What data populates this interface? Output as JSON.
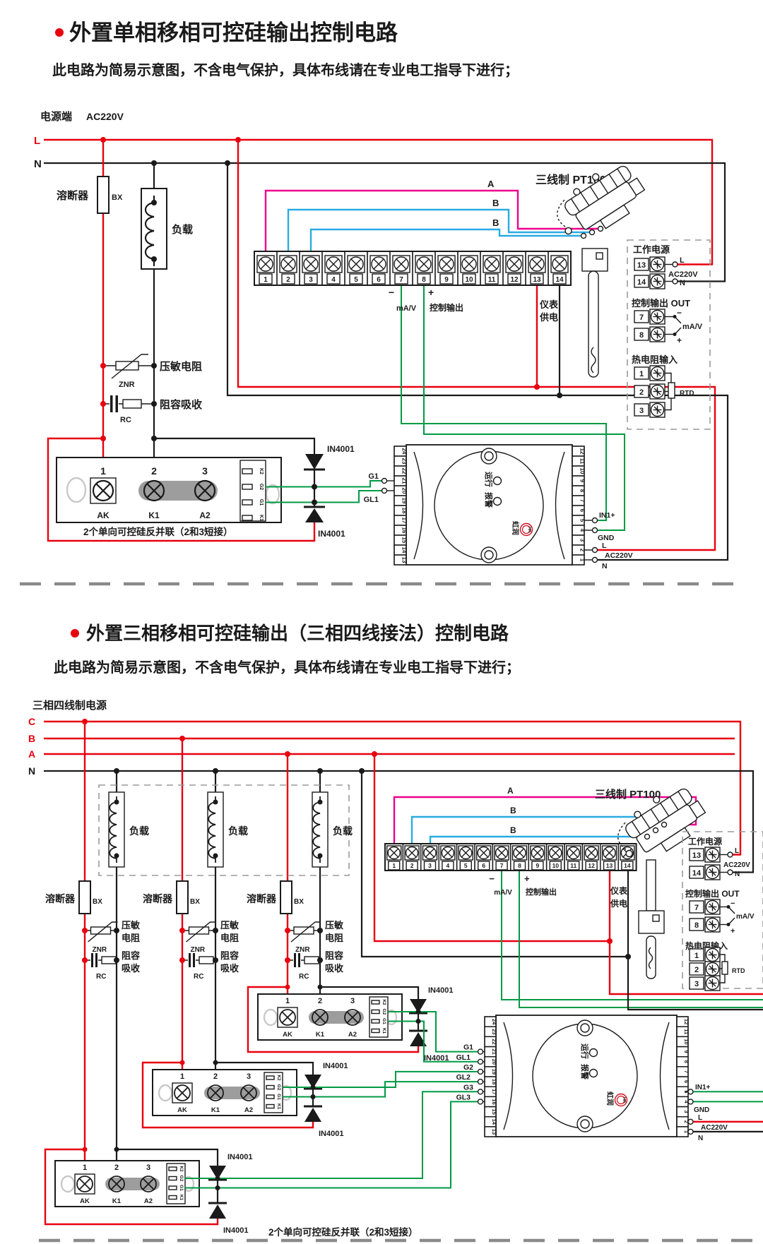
{
  "s1": {
    "title": "外置单相移相可控硅输出控制电路",
    "subtitle": "此电路为简易示意图，不含电气保护，具体布线请在专业电工指导下进行；",
    "supply": "电源端",
    "voltage": "AC220V",
    "L": "L",
    "N": "N",
    "fuse": "溶断器",
    "bx": "BX",
    "load": "负载",
    "znr_name": "压敏电阻",
    "znr": "ZNR",
    "rc_name": "阻容吸收",
    "rc": "RC",
    "terminals": [
      "1",
      "2",
      "3",
      "4",
      "5",
      "6",
      "7",
      "8",
      "9",
      "10",
      "11",
      "12",
      "13",
      "14"
    ],
    "A": "A",
    "B": "B",
    "pt100": "三线制 PT100",
    "minus": "−",
    "plus": "+",
    "mav": "mA/V",
    "out": "控制输出",
    "meter1": "仪表",
    "meter2": "供电",
    "in4001": "IN4001",
    "g1": "G1",
    "gl1": "GL1",
    "mod": {
      "n": [
        "1",
        "2",
        "3"
      ],
      "t": [
        "AK",
        "K1",
        "A2"
      ],
      "side": [
        "K2",
        "G2",
        "G1",
        "K1"
      ],
      "cap": "2个单向可控硅反并联（2和3短接）"
    },
    "ctrl": {
      "left": [
        "24",
        "23",
        "22",
        "21",
        "20",
        "19",
        "18",
        "17",
        "16",
        "15",
        "14",
        "13"
      ],
      "right": [
        "12",
        "11",
        "10",
        "9",
        "8",
        "7",
        "6",
        "5",
        "4",
        "3",
        "2",
        "1"
      ],
      "run": "运行",
      "alarm": "报警",
      "brand": "虹润",
      "hr": "HR",
      "in1": "IN1+",
      "gnd": "GND",
      "l": "L",
      "ac": "AC220V",
      "n": "N"
    },
    "panel": {
      "t_power": "工作电源",
      "n13": "13",
      "n14": "14",
      "l": "L",
      "ac": "AC220V",
      "n": "N",
      "t_out": "控制输出 OUT",
      "n7": "7",
      "n8": "8",
      "minus": "−",
      "plus": "+",
      "mav": "mA/V",
      "t_rtd": "热电阻输入",
      "n1": "1",
      "n2": "2",
      "n3": "3",
      "rtd": "RTD"
    }
  },
  "s2": {
    "title": "外置三相移相可控硅输出（三相四线接法）控制电路",
    "subtitle": "此电路为简易示意图，不含电气保护，具体布线请在专业电工指导下进行；",
    "supply": "三相四线制电源",
    "C": "C",
    "B": "B",
    "A": "A",
    "N": "N",
    "fuse": "溶断器",
    "bx": "BX",
    "load": "负载",
    "znr1": "压敏",
    "znr2": "电阻",
    "znr": "ZNR",
    "rc1": "阻容",
    "rc2": "吸收",
    "rc": "RC",
    "terminals": [
      "1",
      "2",
      "3",
      "4",
      "5",
      "6",
      "7",
      "8",
      "9",
      "10",
      "11",
      "12",
      "13",
      "14"
    ],
    "A2": "A",
    "B2": "B",
    "pt100": "三线制 PT100",
    "minus": "−",
    "plus": "+",
    "mav": "mA/V",
    "out": "控制输出",
    "meter1": "仪表",
    "meter2": "供电",
    "in4001": "IN4001",
    "g": [
      "G1",
      "GL1",
      "G2",
      "GL2",
      "G3",
      "GL3"
    ],
    "mod": {
      "n": [
        "1",
        "2",
        "3"
      ],
      "t": [
        "AK",
        "K1",
        "A2"
      ],
      "side": [
        "K2",
        "G2",
        "G1",
        "K1"
      ]
    },
    "cap": "2个单向可控硅反并联（2和3短接）",
    "ctrl": {
      "left": [
        "24",
        "23",
        "22",
        "21",
        "20",
        "19",
        "18",
        "17",
        "16",
        "15",
        "14",
        "13"
      ],
      "right": [
        "12",
        "11",
        "10",
        "9",
        "8",
        "7",
        "6",
        "5",
        "4",
        "3",
        "2",
        "1"
      ],
      "run": "运行",
      "alarm": "报警",
      "brand": "虹润",
      "hr": "HR",
      "in1": "IN1+",
      "gnd": "GND",
      "l": "L",
      "ac": "AC220V",
      "n": "N"
    },
    "panel": {
      "t_power": "工作电源",
      "n13": "13",
      "n14": "14",
      "l": "L",
      "ac": "AC220V",
      "n": "N",
      "t_out": "控制输出 OUT",
      "n7": "7",
      "n8": "8",
      "minus": "−",
      "plus": "+",
      "mav": "mA/V",
      "t_rtd": "热电阻输入",
      "n1": "1",
      "n2": "2",
      "n3": "3",
      "rtd": "RTD"
    }
  }
}
